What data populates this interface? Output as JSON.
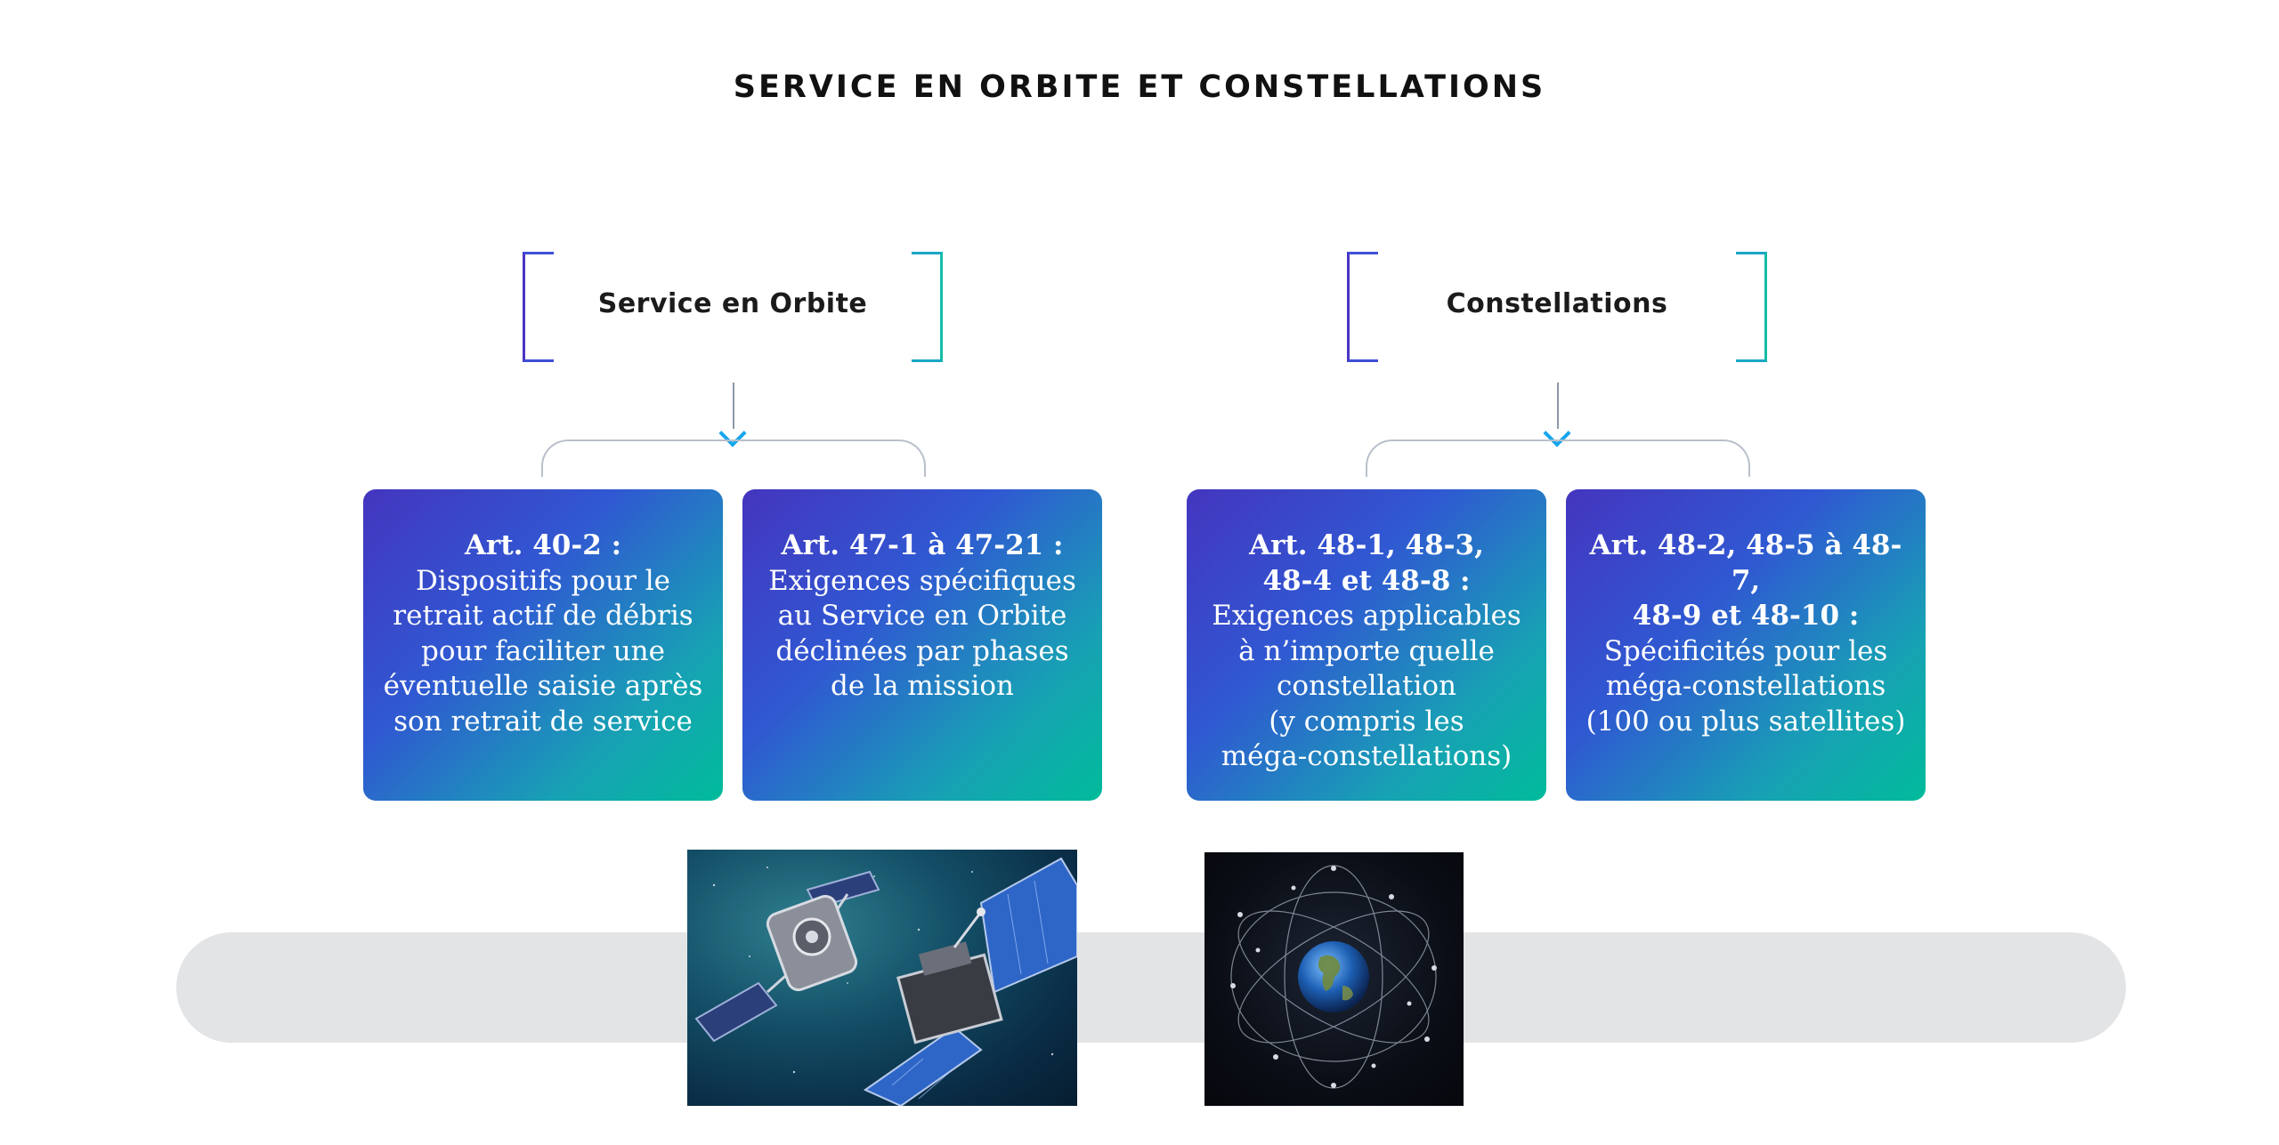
{
  "title": "SERVICE EN ORBITE ET CONSTELLATIONS",
  "groups": [
    {
      "label": "Service en Orbite"
    },
    {
      "label": "Constellations"
    }
  ],
  "cards": [
    {
      "head": "Art. 40-2 :",
      "body": "Dispositifs pour le\nretrait actif de débris\npour faciliter une\néventuelle saisie après\nson retrait de service"
    },
    {
      "head": "Art. 47-1 à 47-21 :",
      "body": "Exigences spécifiques\nau Service en Orbite\ndéclinées par phases\nde la mission"
    },
    {
      "head": "Art. 48-1, 48-3,\n48-4 et 48-8 :",
      "body": "Exigences applicables\nà n’importe quelle\nconstellation\n(y compris les\nméga-constellations)"
    },
    {
      "head": "Art. 48-2, 48-5 à 48-7,\n48-9 et 48-10 :",
      "body": "Spécificités pour les\nméga-constellations\n(100 ou plus satellites)"
    }
  ],
  "colors": {
    "card_gradient_start": "#4435bf",
    "card_gradient_end": "#00bb9a",
    "arrow": "#16a6ec",
    "band": "#e3e4e6"
  },
  "images": [
    {
      "icon": "servicing-satellites-illustration"
    },
    {
      "icon": "earth-constellation-orbits-illustration"
    }
  ]
}
